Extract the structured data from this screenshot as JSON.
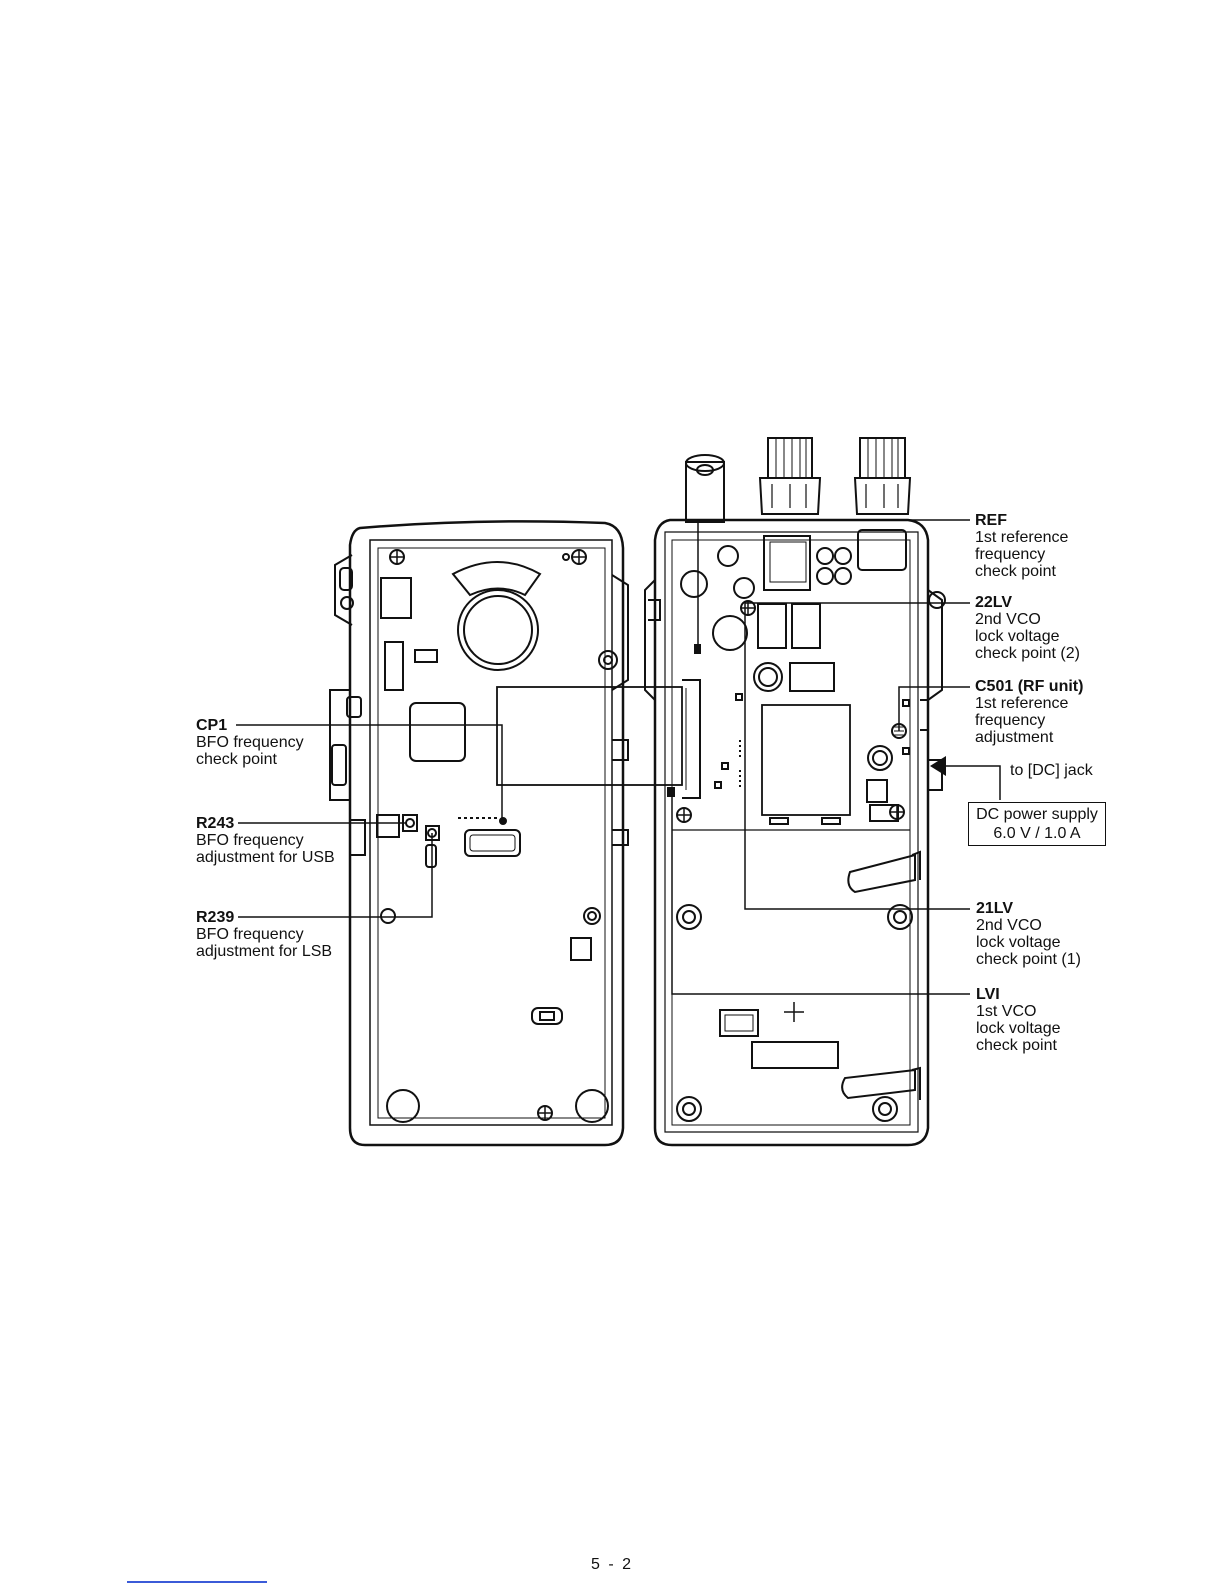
{
  "callouts": {
    "ref": {
      "title": "REF",
      "lines": [
        "1st reference",
        "frequency",
        "check point"
      ]
    },
    "lv22": {
      "title": "22LV",
      "lines": [
        "2nd VCO",
        "lock voltage",
        "check point (2)"
      ]
    },
    "c501": {
      "title": "C501 (RF unit)",
      "lines": [
        "1st reference",
        "frequency",
        "adjustment"
      ]
    },
    "dcjack": {
      "text": "to [DC] jack"
    },
    "dcsupply": {
      "line1": "DC power supply",
      "line2": "6.0 V / 1.0 A"
    },
    "lv21": {
      "title": "21LV",
      "lines": [
        "2nd VCO",
        "lock voltage",
        "check point (1)"
      ]
    },
    "lvi": {
      "title": "LVI",
      "lines": [
        "1st VCO",
        "lock voltage",
        "check point"
      ]
    },
    "cp1": {
      "title": "CP1",
      "lines": [
        "BFO frequency",
        "check point"
      ]
    },
    "r243": {
      "title": "R243",
      "lines": [
        "BFO frequency",
        "adjustment for USB"
      ]
    },
    "r239": {
      "title": "R239",
      "lines": [
        "BFO frequency",
        "adjustment for LSB"
      ]
    }
  },
  "page": {
    "number": "5 - 2"
  },
  "colors": {
    "line": "#111111",
    "footer_rule": "#3b5bd8"
  }
}
